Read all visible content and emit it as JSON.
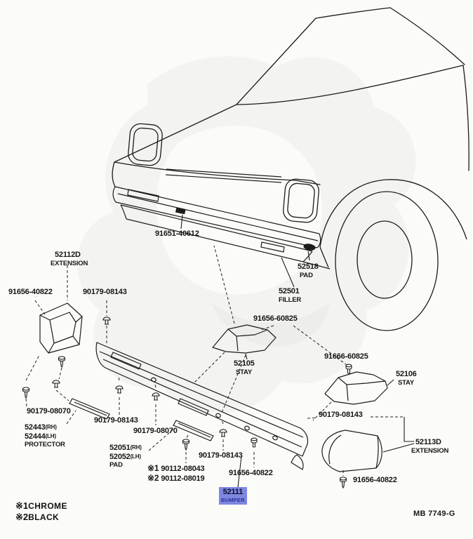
{
  "colors": {
    "highlight": "#7d87df",
    "line": "#1c1c1c",
    "paper": "#fbfbf8"
  },
  "footer": {
    "doc_code": "MB 7749-G"
  },
  "legend": {
    "items": [
      {
        "marker": "※1",
        "label": "CHROME"
      },
      {
        "marker": "※2",
        "label": "BLACK"
      }
    ]
  },
  "parts": {
    "bolt_91651": {
      "code": "91651-40612"
    },
    "pad_52518": {
      "code": "52518",
      "name": "PAD"
    },
    "filler_52501": {
      "code": "52501",
      "name": "FILLER"
    },
    "extension_left": {
      "code": "52112D",
      "name": "EXTENSION"
    },
    "bolt_ext_left": {
      "code": "91656-40822"
    },
    "clip_top_left": {
      "code": "90179-08143"
    },
    "bolt_stay_left": {
      "code": "91656-60825"
    },
    "stay_left": {
      "code": "52105",
      "name": "STAY"
    },
    "bolt_stay_right": {
      "code": "91666-60825"
    },
    "stay_right": {
      "code": "52106",
      "name": "STAY"
    },
    "clip_right": {
      "code": "90179-08143"
    },
    "extension_right": {
      "code": "52113D",
      "name": "EXTENSION"
    },
    "bolt_ext_right": {
      "code": "91656-40822"
    },
    "screw_left": {
      "code": "90179-08070"
    },
    "protector": {
      "rh_code": "52443",
      "rh_suffix": "(RH)",
      "lh_code": "52444",
      "lh_suffix": "(LH)",
      "name": "PROTECTOR"
    },
    "clip_mid_1": {
      "code": "90179-08143"
    },
    "clip_mid_2": {
      "code": "90179-08070"
    },
    "pad_lower": {
      "rh_code": "52051",
      "rh_suffix": "(RH)",
      "lh_code": "52052",
      "lh_suffix": "(LH)",
      "name": "PAD"
    },
    "screw_note_1": {
      "marker": "※1",
      "code": "90112-08043"
    },
    "screw_note_2": {
      "marker": "※2",
      "code": "90112-08019"
    },
    "clip_mid_3": {
      "code": "90179-08143"
    },
    "bolt_mid": {
      "code": "91656-40822"
    },
    "bumper": {
      "code": "52111",
      "name": "BUMPER"
    }
  }
}
